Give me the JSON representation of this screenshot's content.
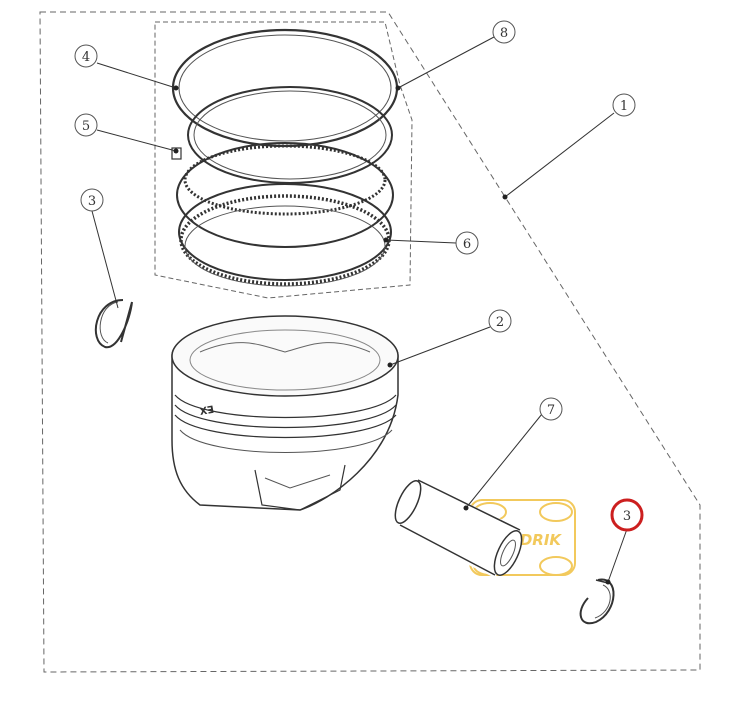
{
  "callouts": {
    "c1": "1",
    "c2": "2",
    "c3a": "3",
    "c3b": "3",
    "c4": "4",
    "c5": "5",
    "c6": "6",
    "c7": "7",
    "c8": "8"
  },
  "watermark": {
    "text": "KVADRIK"
  },
  "colors": {
    "line": "#333333",
    "highlight": "#cc1f1f",
    "watermark": "#f0c040"
  }
}
